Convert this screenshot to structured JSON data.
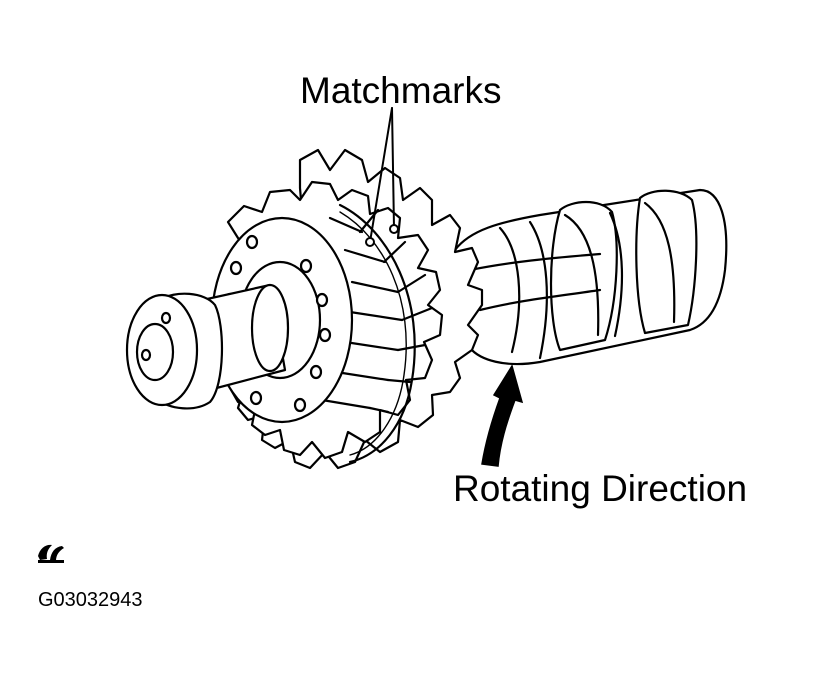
{
  "labels": {
    "matchmarks": "Matchmarks",
    "rotating_direction": "Rotating Direction",
    "figure_id": "G03032943"
  },
  "icons": {
    "corner_mark": "eye-icon"
  },
  "colors": {
    "line": "#000000",
    "background": "#ffffff"
  }
}
